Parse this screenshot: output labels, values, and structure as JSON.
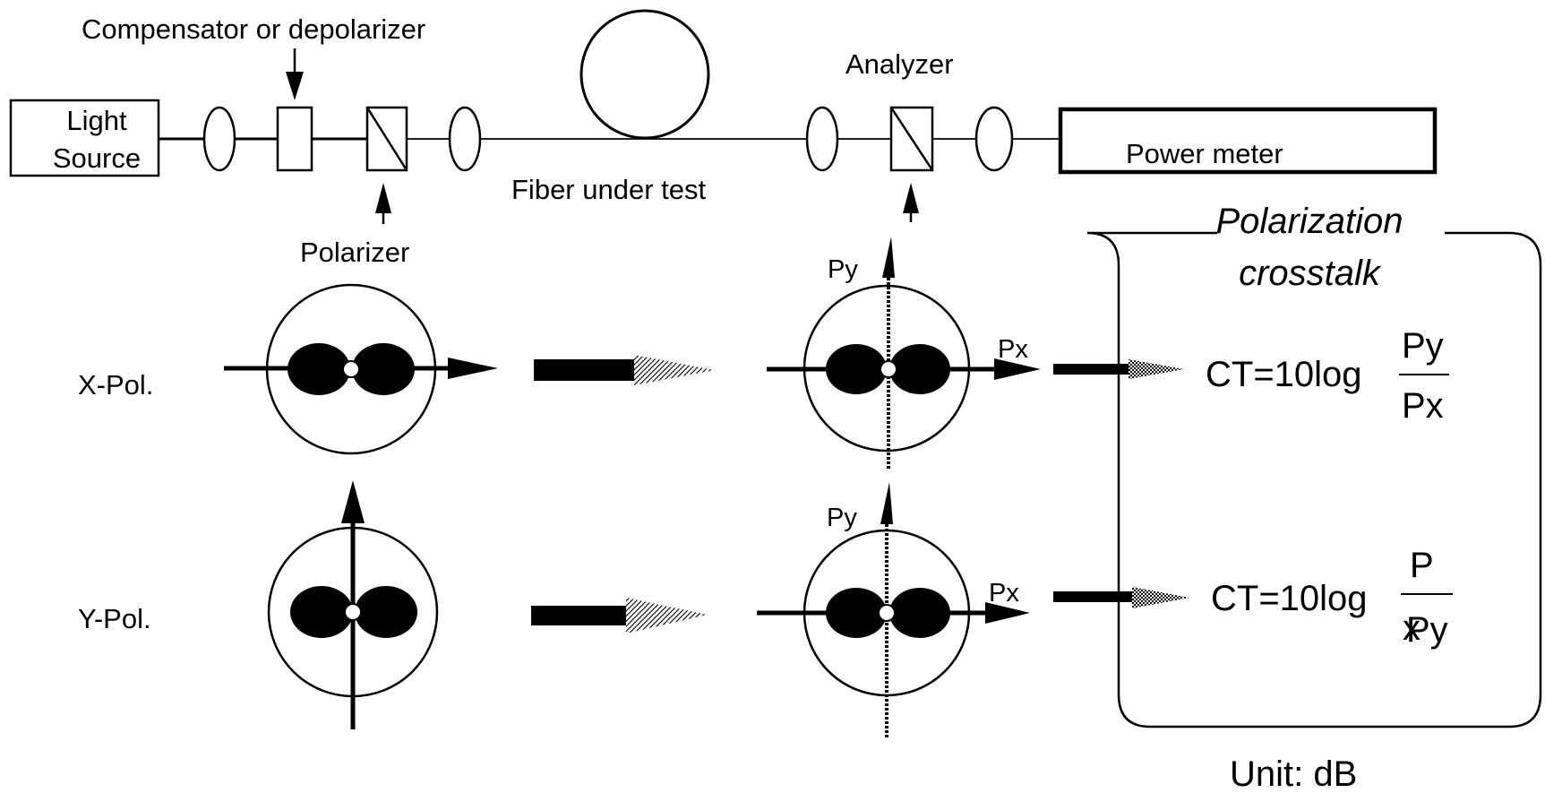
{
  "labels": {
    "compensator": "Compensator or depolarizer",
    "analyzer": "Analyzer",
    "light_source_line1": "Light",
    "light_source_line2": "Source",
    "power_meter": "Power meter",
    "fiber": "Fiber under test",
    "polarizer": "Polarizer",
    "x_pol": "X-Pol.",
    "y_pol": "Y-Pol.",
    "py_top": "Py",
    "px_top": "Px",
    "py_bottom": "Py",
    "px_bottom": "Px",
    "crosstalk_line1": "Polarization",
    "crosstalk_line2": "crosstalk",
    "unit": "Unit: dB"
  },
  "formulas": {
    "x": {
      "prefix": "CT=10log",
      "numerator": "Py",
      "denominator": "Px"
    },
    "y": {
      "prefix": "CT=10log",
      "numerator": "P",
      "overlap": "x",
      "denominator": "Py"
    }
  }
}
